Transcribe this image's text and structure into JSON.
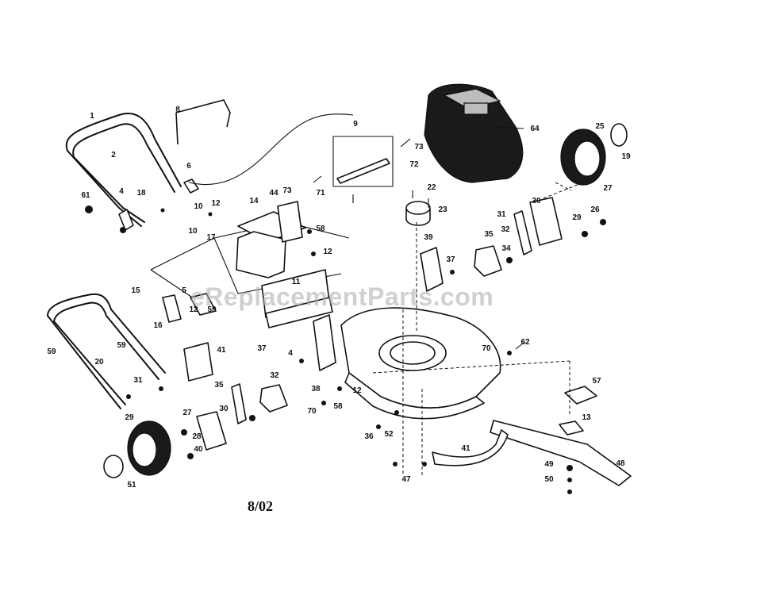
{
  "watermark": "eReplacementParts.com",
  "date_code": "8/02",
  "callouts": [
    "1",
    "2",
    "8",
    "6",
    "4",
    "18",
    "61",
    "9",
    "73",
    "72",
    "64",
    "25",
    "19",
    "22",
    "23",
    "27",
    "30",
    "26",
    "29",
    "31",
    "32",
    "35",
    "34",
    "39",
    "37",
    "44",
    "73",
    "71",
    "14",
    "58",
    "12",
    "10",
    "12",
    "10",
    "17",
    "11",
    "5",
    "15",
    "16",
    "12",
    "59",
    "59",
    "59",
    "20",
    "37",
    "4",
    "41",
    "70",
    "62",
    "57",
    "31",
    "35",
    "32",
    "30",
    "27",
    "29",
    "28",
    "40",
    "38",
    "12",
    "58",
    "70",
    "52",
    "36",
    "13",
    "51",
    "41",
    "47",
    "48",
    "49",
    "50"
  ],
  "icons": {
    "engine": "engine-icon",
    "wheel": "wheel-icon",
    "blade": "blade-icon",
    "handle": "handle-icon"
  }
}
